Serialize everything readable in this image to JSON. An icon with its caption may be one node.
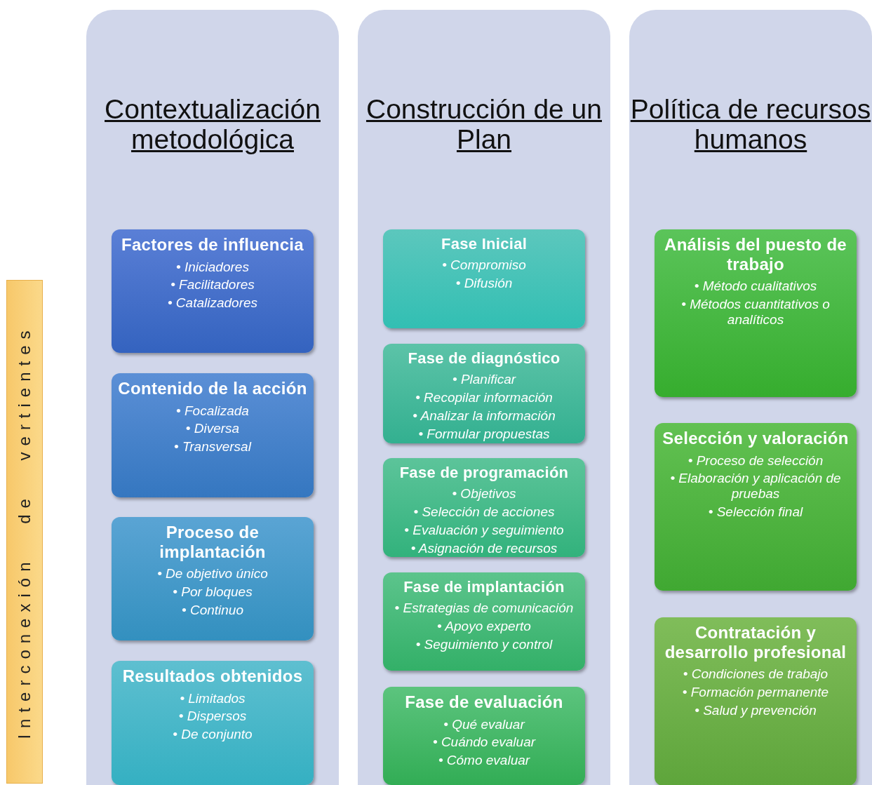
{
  "diagram": {
    "nodes": [
      {
        "text": [
          "Interconexión de vertientes"
        ]
      },
      {
        "text": [
          "Contextualización metodológica"
        ]
      },
      {
        "text": [
          "Factores de influencia",
          "• Iniciadores",
          "• Facilitadores",
          "• Catalizadores"
        ],
        "in": 1
      },
      {
        "text": [
          "Contenido de la acción",
          "• Focalizada",
          "• Diversa",
          "• Transversal"
        ],
        "in": 1
      },
      {
        "text": [
          "Proceso de implantación",
          "• De objetivo único",
          "• Por bloques",
          "• Continuo"
        ],
        "in": 1
      },
      {
        "text": [
          "Resultados obtenidos",
          "• Limitados",
          "• Dispersos",
          "• De conjunto"
        ],
        "in": 1
      },
      {
        "text": [
          "Construcción de un Plan"
        ]
      },
      {
        "text": [
          "Fase Inicial",
          "• Compromiso",
          "• Difusión"
        ],
        "in": 6
      },
      {
        "text": [
          "Fase de diagnóstico",
          "• Planificar",
          "• Recopilar información",
          "• Analizar la información",
          "• Formular propuestas"
        ],
        "in": 6
      },
      {
        "text": [
          "Fase de programación",
          "• Objetivos",
          "• Selección de acciones",
          "• Evaluación y seguimiento",
          "• Asignación de recursos"
        ],
        "in": 6
      },
      {
        "text": [
          "Fase de implantación",
          "• Estrategias de comunicación",
          "• Apoyo experto",
          "• Seguimiento y control"
        ],
        "in": 6
      },
      {
        "text": [
          "Fase de evaluación",
          "• Qué evaluar",
          "• Cuándo evaluar",
          "• Cómo evaluar"
        ],
        "in": 6
      },
      {
        "text": [
          "Política de recursos humanos"
        ]
      },
      {
        "text": [
          "Análisis del puesto de trabajo",
          "• Método cualitativos",
          "• Métodos cuantitativos o analíticos"
        ],
        "in": 12
      },
      {
        "text": [
          "Selección y valoración",
          "• Proceso de selección",
          "• Elaboración y aplicación de pruebas",
          "• Selección final"
        ],
        "in": 12
      },
      {
        "text": [
          "Contratación y desarrollo profesional",
          "• Condiciones de trabajo",
          "• Formación permanente",
          "• Salud y prevención"
        ],
        "in": 12
      }
    ]
  }
}
